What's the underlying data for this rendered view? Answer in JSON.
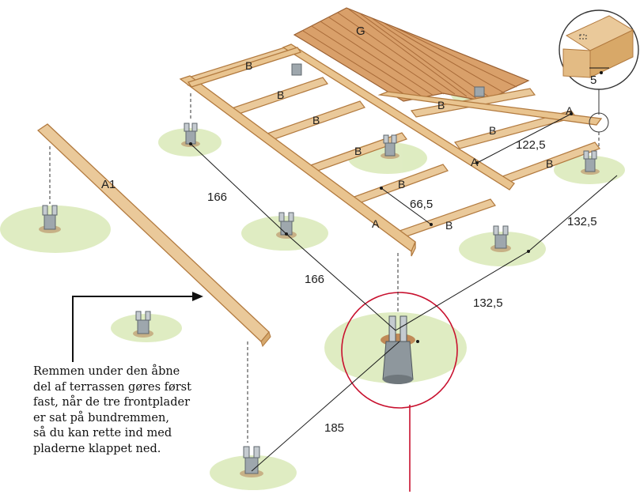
{
  "labels": {
    "g": "G",
    "a1": "A1",
    "a": "A",
    "b": "B",
    "detail_5": "5"
  },
  "dimensions": {
    "d166": "166",
    "d1325": "132,5",
    "d1225": "122,5",
    "d665": "66,5",
    "d185": "185"
  },
  "note": {
    "lines": [
      "Remmen under den åbne",
      "del af terrassen gøres først",
      "fast, når de tre frontplader",
      "er sat på bundremmen,",
      "så du kan rette ind med",
      "pladerne klappet ned."
    ]
  },
  "colors": {
    "wood": "#e9c48f",
    "wood_edge": "#b27a3f",
    "deck": "#d9a06a",
    "grass": "#cfe3a6",
    "post": "#9ea7ad",
    "red_circle": "#c8102e"
  }
}
